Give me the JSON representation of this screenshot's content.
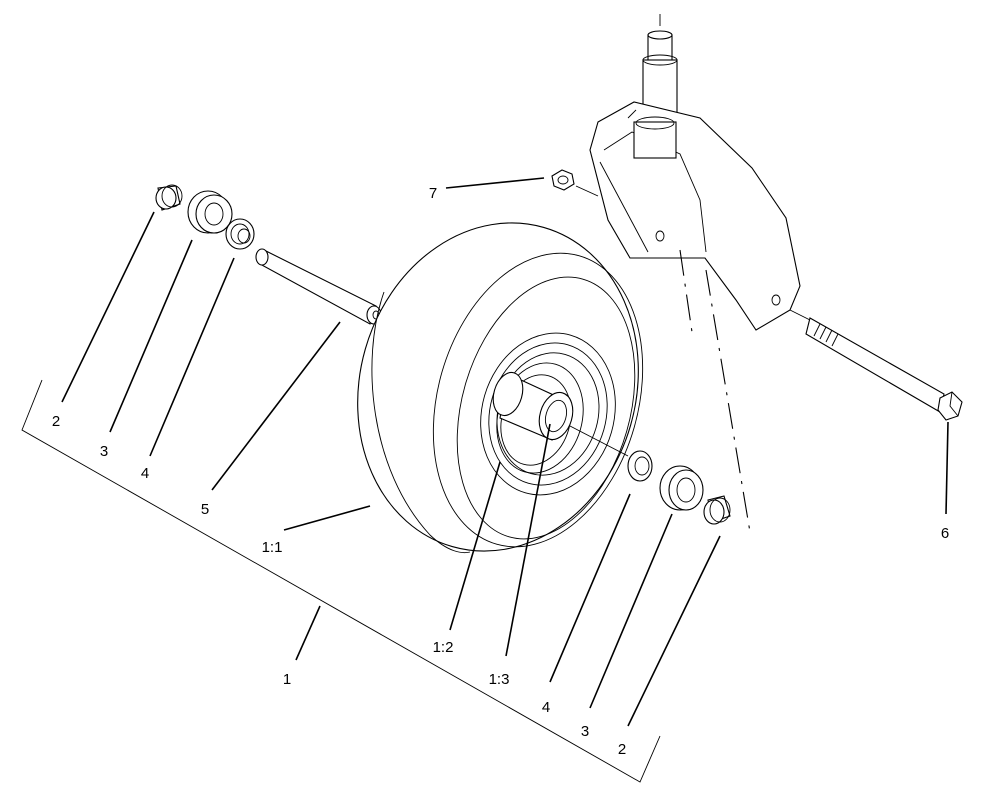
{
  "labels": {
    "left_spacer": "2",
    "left_seal": "3",
    "left_bearing": "4",
    "axle_tube": "5",
    "tire": "1:1",
    "wheel_rim": "1:2",
    "hub_bearing_sleeve": "1:3",
    "wheel_assembly": "1",
    "right_bearing": "4",
    "right_seal": "3",
    "right_spacer": "2",
    "axle_bolt": "6",
    "lock_nut": "7"
  }
}
